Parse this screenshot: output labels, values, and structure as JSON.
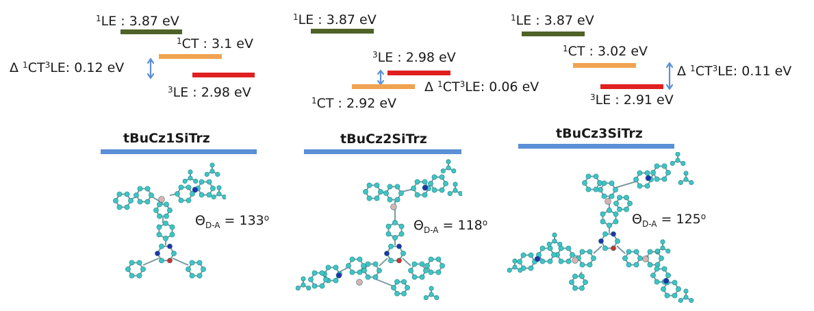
{
  "colors": {
    "le1": "#4f6228",
    "ct1": "#f0a350",
    "le3": "#e02020",
    "bar": "#5b8fd6",
    "arrow": "#5b8fd6",
    "atom_c": "#3ec5c5",
    "atom_n": "#2233aa",
    "atom_o": "#d03030",
    "atom_si": "#e0b0b0"
  },
  "panels": [
    {
      "le1": {
        "sup": "1",
        "label": "LE : 3.87 eV"
      },
      "ct1": {
        "sup": "1",
        "label": "CT : 3.1 eV"
      },
      "le3": {
        "sup": "3",
        "label": "LE : 2.98 eV"
      },
      "gap": {
        "delta": "Δ ",
        "sup1": "1",
        "mid": "CT",
        "sup2": "3",
        "tail": "LE: 0.12 eV"
      },
      "name": "tBuCz1SiTrz",
      "theta": {
        "symbol": "Θ",
        "sub": "D-A",
        "value": " = 133",
        "degree": "o"
      }
    },
    {
      "le1": {
        "sup": "1",
        "label": "LE : 3.87 eV"
      },
      "le3": {
        "sup": "3",
        "label": "LE : 2.98 eV"
      },
      "ct1": {
        "sup": "1",
        "label": "CT : 2.92 eV"
      },
      "gap": {
        "delta": "Δ ",
        "sup1": "1",
        "mid": "CT",
        "sup2": "3",
        "tail": "LE: 0.06 eV"
      },
      "name": "tBuCz2SiTrz",
      "theta": {
        "symbol": "Θ",
        "sub": "D-A",
        "value": " = 118",
        "degree": "o"
      }
    },
    {
      "le1": {
        "sup": "1",
        "label": "LE : 3.87 eV"
      },
      "ct1": {
        "sup": "1",
        "label": "CT : 3.02 eV"
      },
      "le3": {
        "sup": "3",
        "label": "LE : 2.91 eV"
      },
      "gap": {
        "delta": "Δ ",
        "sup1": "1",
        "mid": "CT",
        "sup2": "3",
        "tail": "LE: 0.11 eV"
      },
      "name": "tBuCz3SiTrz",
      "theta": {
        "symbol": "Θ",
        "sub": "D-A",
        "value": " = 125",
        "degree": "o"
      }
    }
  ]
}
